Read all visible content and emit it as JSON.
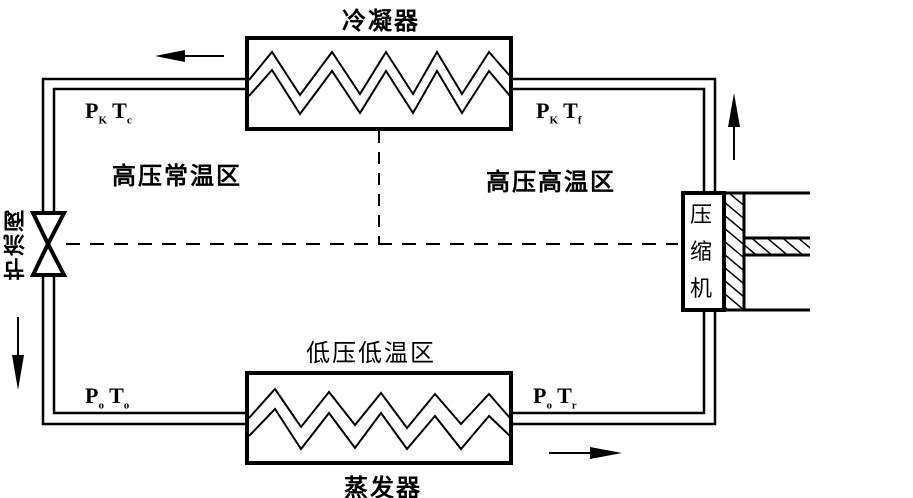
{
  "diagram": {
    "title": "Refrigeration cycle zones",
    "components": {
      "condenser": "冷凝器",
      "evaporator": "蒸发器",
      "throttle_valve": "节流阀",
      "compressor": [
        "压",
        "缩",
        "机"
      ]
    },
    "zones": {
      "high_pressure_normal_temp": "高压常温区",
      "high_pressure_high_temp": "高压高温区",
      "low_pressure_low_temp": "低压低温区"
    },
    "state_labels": {
      "condenser_outlet": {
        "p": "P",
        "p_sub": "K",
        "t": "T",
        "t_sub": "c"
      },
      "condenser_inlet": {
        "p": "P",
        "p_sub": "K",
        "t": "T",
        "t_sub": "f"
      },
      "evaporator_inlet": {
        "p": "P",
        "p_sub": "o",
        "t": "T",
        "t_sub": "o"
      },
      "evaporator_outlet": {
        "p": "P",
        "p_sub": "o",
        "t": "T",
        "t_sub": "r"
      }
    },
    "flow_arrows": [
      "left-top",
      "up-right",
      "down-left",
      "right-bottom"
    ]
  }
}
